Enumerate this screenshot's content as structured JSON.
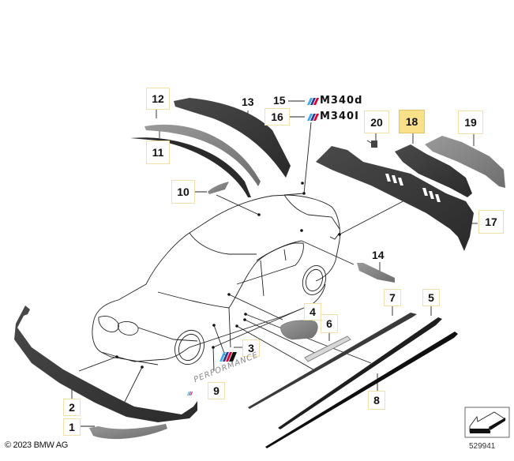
{
  "diagram": {
    "copyright": "© 2023 BMW AG",
    "diagram_number": "529941",
    "highlighted_part": "18",
    "colors": {
      "callout_border": "#f5dfa8",
      "highlight_fill": "#fbe08a",
      "part_dark": "#3a3a3a",
      "part_grey": "#8a8a8a",
      "m_stripe_blue_light": "#3fa9f5",
      "m_stripe_blue_dark": "#2a3b8f",
      "m_stripe_red": "#e4002b"
    },
    "callouts": [
      {
        "id": "1",
        "label": "1"
      },
      {
        "id": "2",
        "label": "2"
      },
      {
        "id": "3",
        "label": "3"
      },
      {
        "id": "4",
        "label": "4"
      },
      {
        "id": "5",
        "label": "5"
      },
      {
        "id": "6",
        "label": "6"
      },
      {
        "id": "7",
        "label": "7"
      },
      {
        "id": "8",
        "label": "8"
      },
      {
        "id": "9",
        "label": "9"
      },
      {
        "id": "10",
        "label": "10"
      },
      {
        "id": "11",
        "label": "11"
      },
      {
        "id": "12",
        "label": "12"
      },
      {
        "id": "13",
        "label": "13"
      },
      {
        "id": "14",
        "label": "14"
      },
      {
        "id": "15",
        "label": "15"
      },
      {
        "id": "16",
        "label": "16"
      },
      {
        "id": "17",
        "label": "17"
      },
      {
        "id": "18",
        "label": "18"
      },
      {
        "id": "19",
        "label": "19"
      },
      {
        "id": "20",
        "label": "20"
      }
    ],
    "emblems": {
      "m340d": "M340d",
      "m340i": "M340I",
      "performance": "PERFORMANCE"
    },
    "icons": {
      "direction": "arrow-direction-icon"
    }
  }
}
